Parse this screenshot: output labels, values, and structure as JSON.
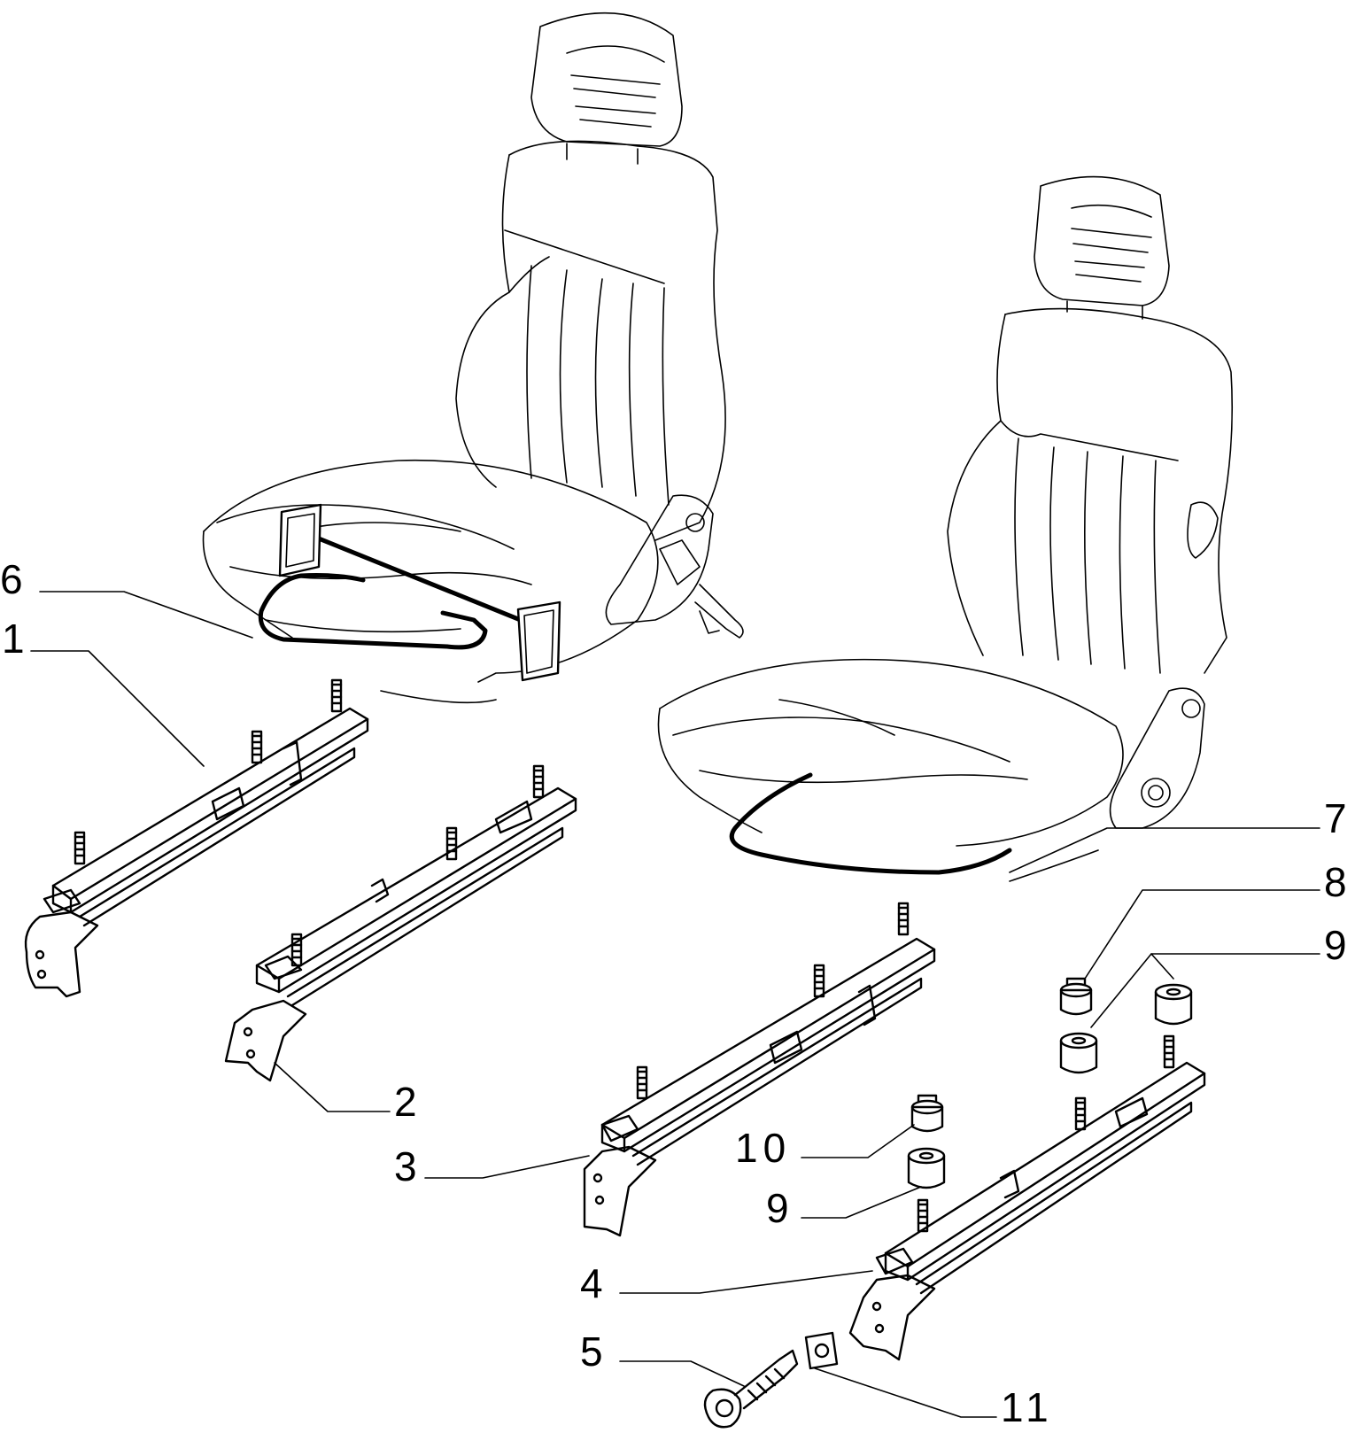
{
  "callouts": [
    {
      "id": "c6",
      "label": "6"
    },
    {
      "id": "c1",
      "label": "1"
    },
    {
      "id": "c2",
      "label": "2"
    },
    {
      "id": "c3",
      "label": "3"
    },
    {
      "id": "c7",
      "label": "7"
    },
    {
      "id": "c8",
      "label": "8"
    },
    {
      "id": "c9a",
      "label": "9"
    },
    {
      "id": "c10",
      "label": "10"
    },
    {
      "id": "c9b",
      "label": "9"
    },
    {
      "id": "c4",
      "label": "4"
    },
    {
      "id": "c5",
      "label": "5"
    },
    {
      "id": "c11",
      "label": "11"
    }
  ]
}
